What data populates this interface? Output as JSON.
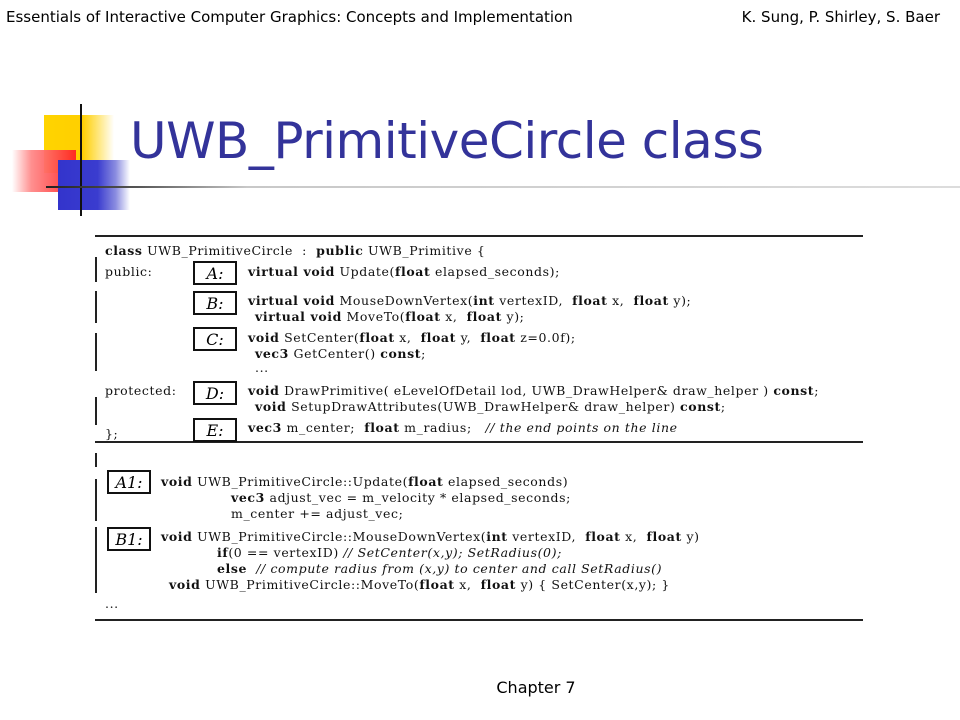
{
  "header": {
    "book_title": "Essentials of Interactive Computer Graphics: Concepts and Implementation",
    "authors": "K. Sung, P. Shirley, S. Baer"
  },
  "slide": {
    "title": "UWB_PrimitiveCircle class"
  },
  "figure": {
    "labels": {
      "A": "A:",
      "B": "B:",
      "C": "C:",
      "D": "D:",
      "E": "E:",
      "A1": "A1:",
      "B1": "B1:"
    },
    "class_decl": {
      "kw_class": "class",
      "name": "UWB_PrimitiveCircle",
      "colon": ":",
      "kw_public": "public",
      "base": "UWB_Primitive {"
    },
    "public_label": "public:",
    "protected_label": "protected:",
    "close": "};",
    "line_a": {
      "kw": "virtual void",
      "rest1": "Update(",
      "kw2": "float",
      "rest2": "elapsed_seconds);"
    },
    "line_b1": {
      "kw": "virtual void",
      "rest1": "MouseDownVertex(",
      "kw2": "int",
      "rest2": "vertexID,",
      "kw3": "float",
      "rest3": "x,",
      "kw4": "float",
      "rest4": "y);"
    },
    "line_b2": {
      "kw": "virtual void",
      "rest1": "MoveTo(",
      "kw2": "float",
      "rest2": "x,",
      "kw3": "float",
      "rest3": "y);"
    },
    "line_c1": {
      "kw": "void",
      "rest1": "SetCenter(",
      "kw2": "float",
      "rest2": "x,",
      "kw3": "float",
      "rest3": "y,",
      "kw4": "float",
      "rest4": "z=0.0f);"
    },
    "line_c2": {
      "kw": "vec3",
      "rest1": "GetCenter()",
      "kw2": "const",
      "rest2": ";"
    },
    "line_c3": "...",
    "line_d1": {
      "kw": "void",
      "rest1": "DrawPrimitive( eLevelOfDetail lod, UWB_DrawHelper& draw_helper )",
      "kw2": "const",
      "rest2": ";"
    },
    "line_d2": {
      "kw": "void",
      "rest1": "SetupDrawAttributes(UWB_DrawHelper& draw_helper)",
      "kw2": "const",
      "rest2": ";"
    },
    "line_e": {
      "kw": "vec3",
      "rest1": "m_center;",
      "kw2": "float",
      "rest2": "m_radius;",
      "comment": "// the end points on the line"
    },
    "line_a1_1": {
      "kw": "void",
      "rest1": "UWB_PrimitiveCircle::Update(",
      "kw2": "float",
      "rest2": "elapsed_seconds)"
    },
    "line_a1_2": {
      "kw": "vec3",
      "rest1": "adjust_vec = m_velocity * elapsed_seconds;"
    },
    "line_a1_3": "m_center += adjust_vec;",
    "line_b1_1": {
      "kw": "void",
      "rest1": "UWB_PrimitiveCircle::MouseDownVertex(",
      "kw2": "int",
      "rest2": "vertexID,",
      "kw3": "float",
      "rest3": "x,",
      "kw4": "float",
      "rest4": "y)"
    },
    "line_b1_2": {
      "kw": "if",
      "rest1": "(0 == vertexID)",
      "comment": "// SetCenter(x,y); SetRadius(0);"
    },
    "line_b1_3": {
      "kw": "else",
      "comment": "// compute radius from (x,y) to center and call SetRadius()"
    },
    "line_b1_4": {
      "kw": "void",
      "rest1": "UWB_PrimitiveCircle::MoveTo(",
      "kw2": "float",
      "rest2": "x,",
      "kw3": "float",
      "rest3": "y) { SetCenter(x,y); }"
    },
    "line_end": "..."
  },
  "footer": {
    "chapter": "Chapter 7"
  }
}
